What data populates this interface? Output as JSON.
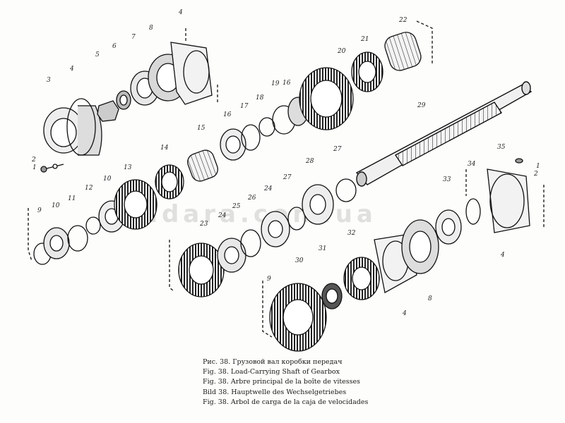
{
  "watermark": "adara.com.ua",
  "callouts": [
    "1",
    "2",
    "3",
    "4",
    "5",
    "6",
    "7",
    "8",
    "4",
    "22",
    "21",
    "20",
    "19",
    "18",
    "17",
    "16",
    "15",
    "16",
    "14",
    "13",
    "12",
    "11",
    "10",
    "9",
    "10",
    "27",
    "28",
    "24",
    "25",
    "26",
    "23",
    "24",
    "27",
    "29",
    "35",
    "2",
    "1",
    "33",
    "34",
    "4",
    "32",
    "31",
    "30",
    "4",
    "8",
    "9"
  ],
  "caption": [
    "Рис. 38. Грузовой вал коробки передач",
    "Fig. 38. Load-Carrying Shaft of Gearbox",
    "Fig. 38. Arbre principal de la boîte de vitesses",
    "Bild 38. Hauptwelle des Wechselgetriebes",
    "Fig. 38. Arbol de carga de la caja de velocidades"
  ]
}
